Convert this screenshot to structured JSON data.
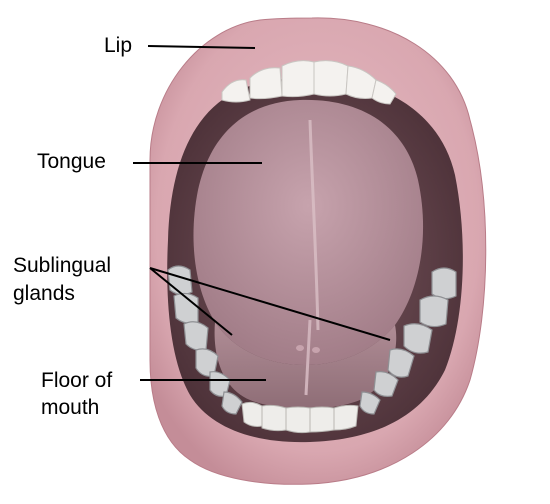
{
  "labels": {
    "lip": "Lip",
    "tongue": "Tongue",
    "sublingual_line1": "Sublingual",
    "sublingual_line2": "glands",
    "floor_line1": "Floor of",
    "floor_line2": "mouth"
  },
  "colors": {
    "lip": "#d9a7b0",
    "lip_dark": "#b97c88",
    "cavity": "#5b3d44",
    "tongue": "#b58f99",
    "teeth": "#f4f2ef",
    "lower_teeth": "#c9c9cb",
    "floor": "#a07d86",
    "line": "#000000"
  }
}
